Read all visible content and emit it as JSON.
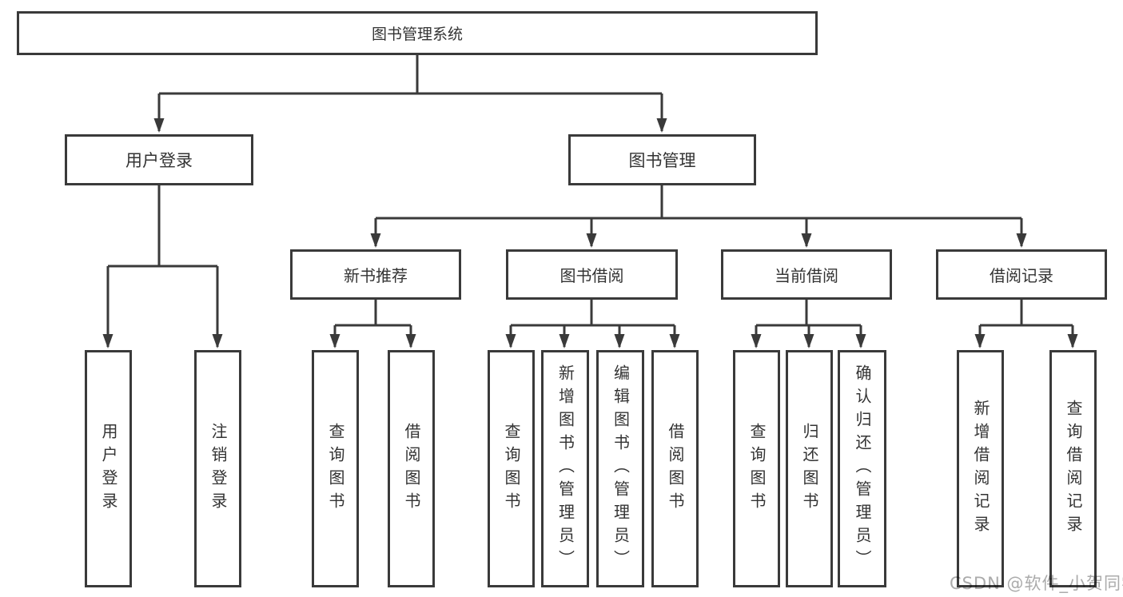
{
  "diagram": {
    "type": "tree",
    "tree": {
      "root": {
        "label": "图书管理系统",
        "children": [
          {
            "label": "用户登录",
            "children": [
              {
                "label": "用户登录"
              },
              {
                "label": "注销登录"
              }
            ]
          },
          {
            "label": "图书管理",
            "children": [
              {
                "label": "新书推荐",
                "children": [
                  {
                    "label": "查询图书"
                  },
                  {
                    "label": "借阅图书"
                  }
                ]
              },
              {
                "label": "图书借阅",
                "children": [
                  {
                    "label": "查询图书"
                  },
                  {
                    "label": "新增图书（管理员）"
                  },
                  {
                    "label": "编辑图书（管理员）"
                  },
                  {
                    "label": "借阅图书"
                  }
                ]
              },
              {
                "label": "当前借阅",
                "children": [
                  {
                    "label": "查询图书"
                  },
                  {
                    "label": "归还图书"
                  },
                  {
                    "label": "确认归还（管理员）"
                  }
                ]
              },
              {
                "label": "借阅记录",
                "children": [
                  {
                    "label": "新增借阅记录"
                  },
                  {
                    "label": "查询借阅记录"
                  }
                ]
              }
            ]
          }
        ]
      }
    }
  },
  "watermark": {
    "text": "CSDN @软件_小贺同学"
  },
  "colors": {
    "line": "#3a3a3a",
    "box_border": "#3a3a3a",
    "text": "#333333",
    "background": "#ffffff",
    "watermark": "#ababab"
  }
}
